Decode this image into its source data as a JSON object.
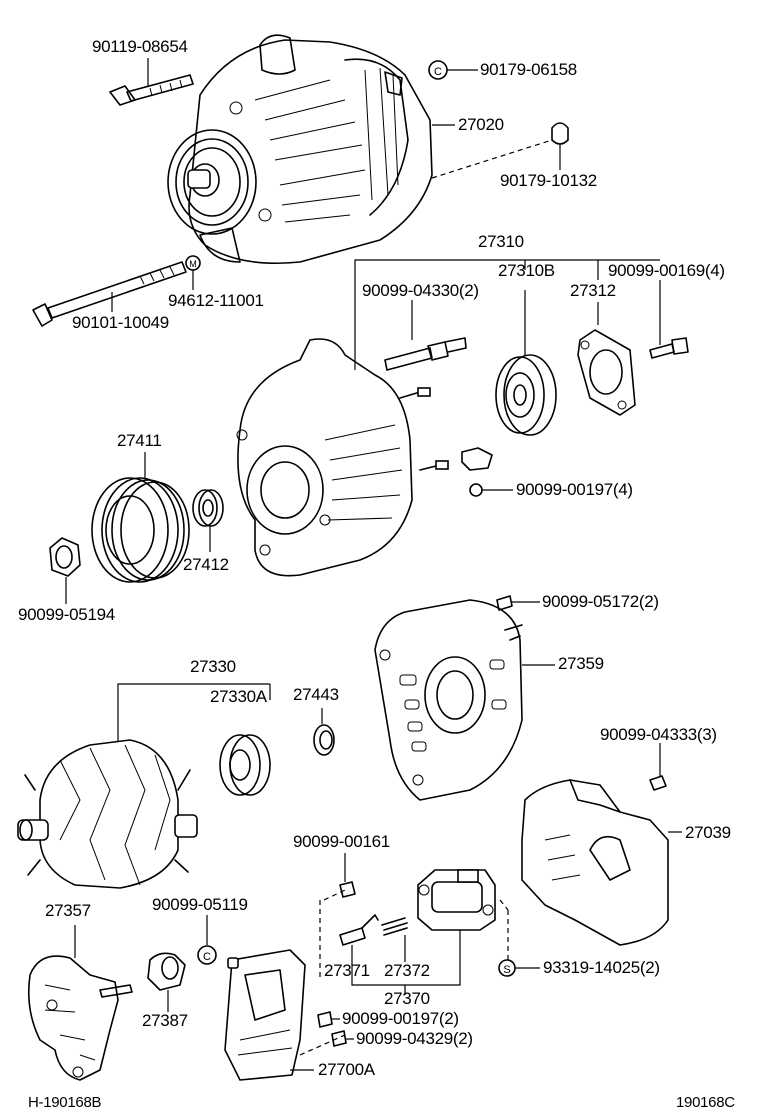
{
  "labels": {
    "p90119_08654": "90119-08654",
    "p90179_06158": "90179-06158",
    "p27020": "27020",
    "p90179_10132": "90179-10132",
    "p27310": "27310",
    "p27310B": "27310B",
    "p90099_00169": "90099-00169(4)",
    "p90099_04330": "90099-04330(2)",
    "p27312": "27312",
    "p94612_11001": "94612-11001",
    "p90101_10049": "90101-10049",
    "p27411": "27411",
    "p90099_00197a": "90099-00197(4)",
    "p27412": "27412",
    "p90099_05194": "90099-05194",
    "p90099_05172": "90099-05172(2)",
    "p27359": "27359",
    "p27330": "27330",
    "p27330A": "27330A",
    "p27443": "27443",
    "p90099_04333": "90099-04333(3)",
    "p27039": "27039",
    "p90099_00161": "90099-00161",
    "p27357": "27357",
    "p90099_05119": "90099-05119",
    "p27371": "27371",
    "p27372": "27372",
    "p93319_14025": "93319-14025(2)",
    "p27370": "27370",
    "p27387": "27387",
    "p90099_00197b": "90099-00197(2)",
    "p90099_04329": "90099-04329(2)",
    "p27700A": "27700A",
    "ref_left": "H-190168B",
    "ref_right": "190168C"
  },
  "markers": {
    "c": "C",
    "m": "M",
    "s": "S"
  }
}
